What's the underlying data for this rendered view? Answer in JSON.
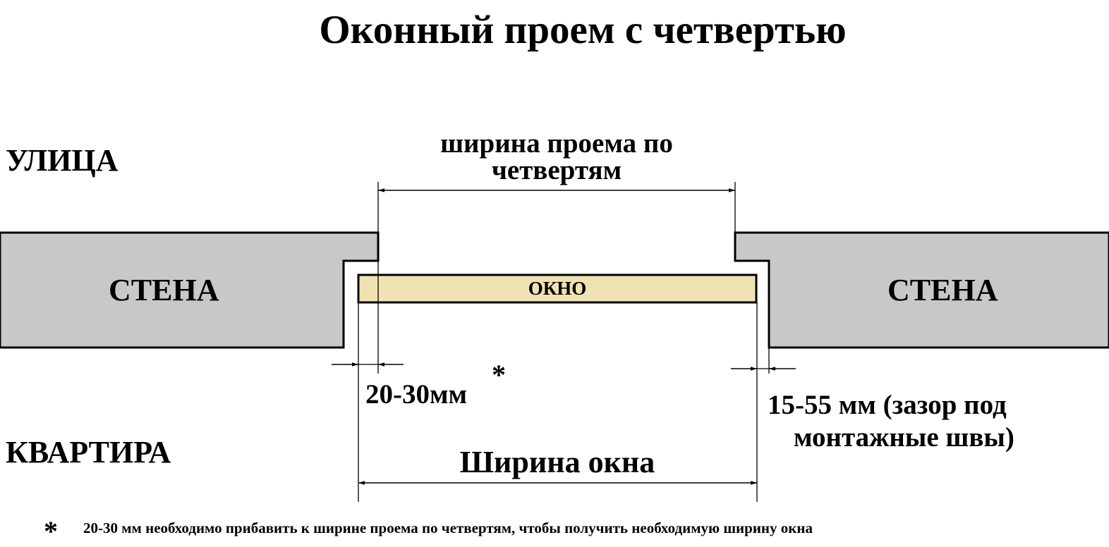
{
  "title": "Оконный проем с четвертью",
  "labels": {
    "street": "УЛИЦА",
    "apartment": "КВАРТИРА",
    "wall_left": "СТЕНА",
    "wall_right": "СТЕНА",
    "window": "ОКНО"
  },
  "dimensions": {
    "opening_width_line1": "ширина проема по",
    "opening_width_line2": "четвертям",
    "left_gap": "20-30мм",
    "left_gap_mark": "*",
    "right_gap_line1": "15-55 мм (зазор под",
    "right_gap_line2": "монтажные швы)",
    "window_width": "Ширина окна"
  },
  "footnote": {
    "mark": "*",
    "text": "20-30 мм необходимо прибавить к ширине проема по четвертям, чтобы получить необходимую ширину окна"
  },
  "colors": {
    "wall_fill": "#c8c8c8",
    "window_fill": "#f0e3b3",
    "line": "#000000"
  }
}
